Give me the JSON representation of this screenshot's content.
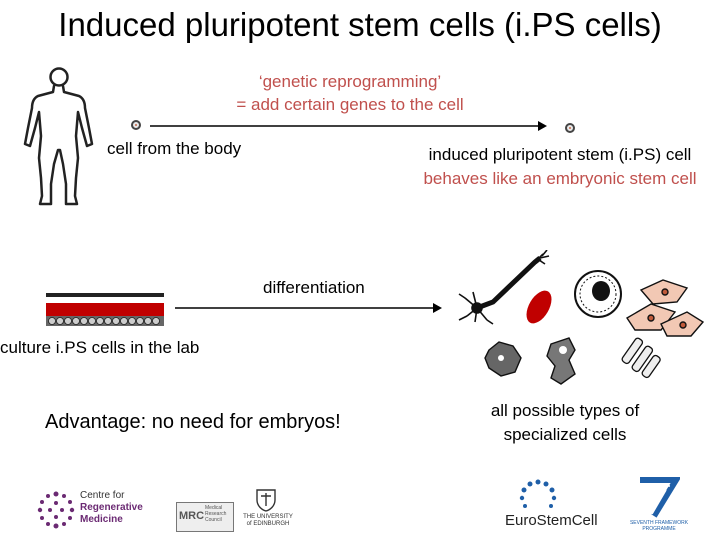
{
  "title": "Induced pluripotent stem cells (i.PS cells)",
  "reprogramming": {
    "line1": "‘genetic reprogramming’",
    "line2": "= add certain genes to the cell"
  },
  "cell_from_body": "cell from the body",
  "ips_cell": {
    "line1": "induced pluripotent stem (i.PS) cell",
    "line2": "behaves like an embryonic stem cell"
  },
  "differentiation": "differentiation",
  "culture": "culture i.PS cells in the lab",
  "advantage": "Advantage: no need for embryos!",
  "specialized": {
    "line1": "all possible types of",
    "line2": "specialized cells"
  },
  "logos": {
    "crm": {
      "line1": "Centre for",
      "line2": "Regenerative",
      "line3": "Medicine"
    },
    "mrc": {
      "main": "MRC",
      "sub1": "Medical",
      "sub2": "Research",
      "sub3": "Council"
    },
    "edinburgh": {
      "line1": "THE UNIVERSITY",
      "line2": "of EDINBURGH"
    },
    "eurostemcell": "EuroStemCell",
    "fp7": {
      "line1": "SEVENTH FRAMEWORK",
      "line2": "PROGRAMME"
    }
  },
  "colors": {
    "accent_red": "#c0504d",
    "dish_red": "#c00000",
    "logo_purple": "#6b2a73",
    "logo_blue": "#1f5fa8"
  }
}
